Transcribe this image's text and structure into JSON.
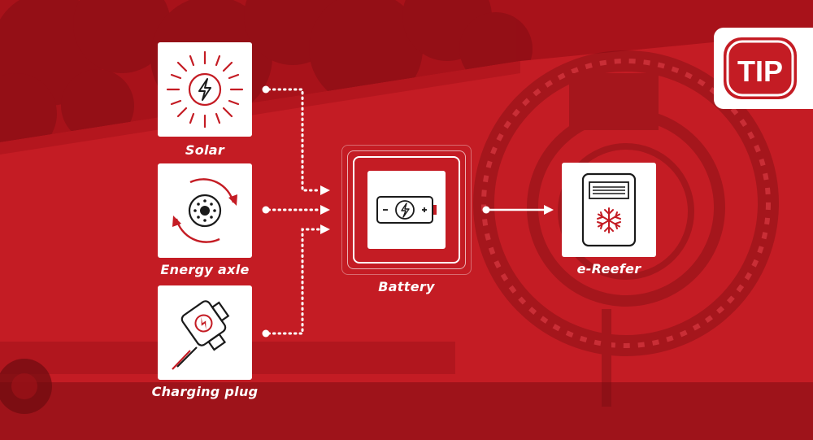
{
  "colors": {
    "brand_red": "#c41c24",
    "dark_red": "#8a0f15",
    "white": "#ffffff"
  },
  "logo": {
    "text": "TIP"
  },
  "sources": [
    {
      "label": "Solar",
      "icon": "sun-lightning-icon"
    },
    {
      "label": "Energy axle",
      "icon": "rotating-wheel-hub-icon"
    },
    {
      "label": "Charging plug",
      "icon": "ev-charging-plug-icon"
    }
  ],
  "battery": {
    "label": "Battery",
    "icon": "battery-lightning-icon"
  },
  "output": {
    "label": "e-Reefer",
    "icon": "refrigeration-unit-snowflake-icon"
  }
}
